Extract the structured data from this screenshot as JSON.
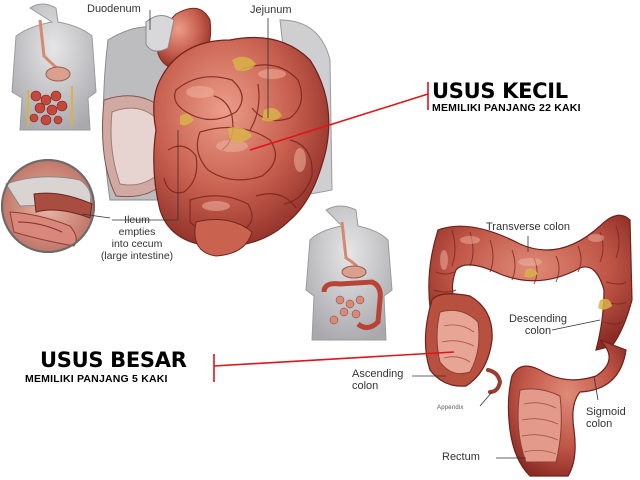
{
  "colors": {
    "pointer_line": "#e0141a",
    "intestine_fill": "#c25a4e",
    "intestine_dark": "#8f2f28",
    "intestine_light": "#e89684",
    "body_gray": "#c9c9cb",
    "fat_yellow": "#d9b24a"
  },
  "small_intestine": {
    "title": "USUS KECIL",
    "subtitle": "MEMILIKI PANJANG 22 KAKI",
    "labels": {
      "duodenum": "Duodenum",
      "jejunum": "Jejunum",
      "ileum_l1": "Ileum",
      "ileum_l2": "empties",
      "ileum_l3": "into cecum",
      "ileum_l4": "(large intestine)"
    }
  },
  "large_intestine": {
    "title": "USUS BESAR",
    "subtitle": "MEMILIKI PANJANG 5 KAKI",
    "labels": {
      "transverse": "Transverse colon",
      "descending_l1": "Descending",
      "descending_l2": "colon",
      "ascending_l1": "Ascending",
      "ascending_l2": "colon",
      "appendix": "Appendix",
      "sigmoid_l1": "Sigmoid",
      "sigmoid_l2": "colon",
      "rectum": "Rectum"
    }
  },
  "icons": {
    "body_silhouette_top": "torso-silhouette-icon",
    "body_silhouette_bottom": "torso-silhouette-icon",
    "zoom_circle": "magnified-ileum-icon"
  }
}
